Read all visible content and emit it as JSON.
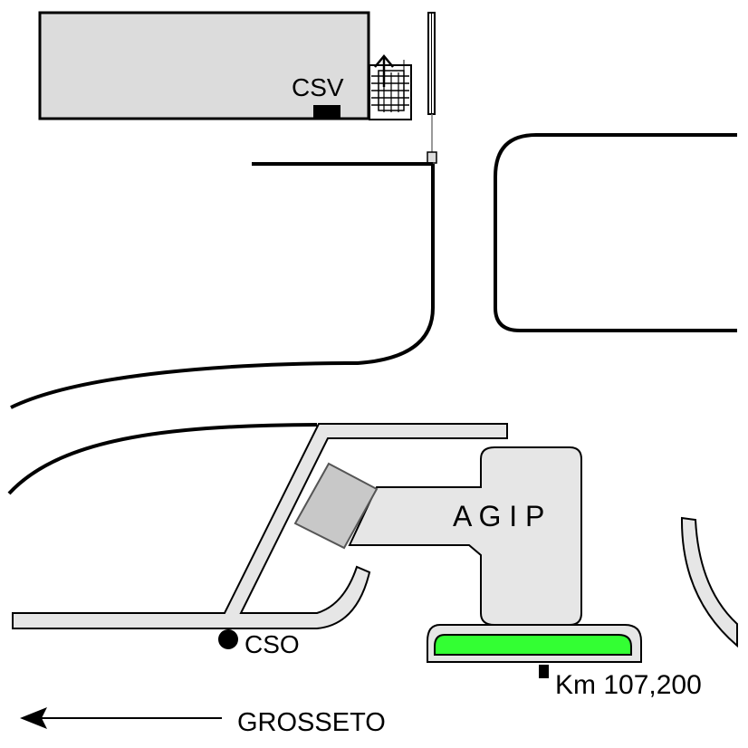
{
  "labels": {
    "csv": "CSV",
    "agip": "A G I P",
    "cso": "CSO",
    "km": "Km 107,200",
    "direction": "GROSSETO"
  },
  "colors": {
    "background": "#ffffff",
    "line": "#000000",
    "building_fill": "#dcdcdc",
    "road_fill": "#e6e6e6",
    "canopy_fill": "#c8c8c8",
    "green_island": "#33ff33",
    "stroke_grey": "#555555"
  },
  "icons": {
    "up_arrow": "up-arrow-icon",
    "left_arrow": "left-arrow-icon",
    "staircase": "staircase-icon"
  }
}
